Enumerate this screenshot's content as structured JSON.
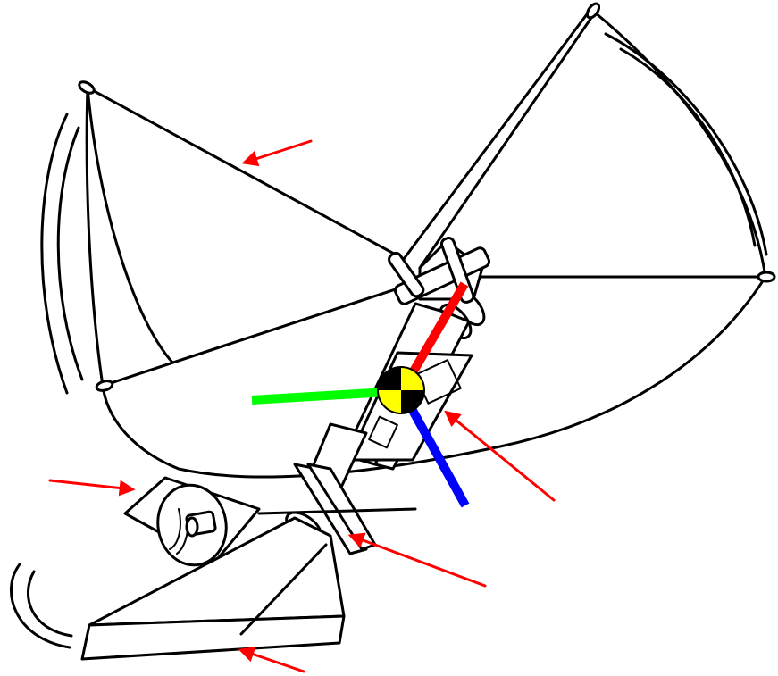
{
  "diagram": {
    "colors": {
      "background": "#ffffff",
      "line_art": "#000000",
      "pointer_arrows": "#ff0000",
      "axis_x": "#ff0000",
      "axis_y": "#00ff00",
      "axis_z": "#0000ff",
      "center_of_mass_light": "#ffff00",
      "center_of_mass_dark": "#000000"
    },
    "pointer_arrows": [
      {
        "id": "arrow-sail-upper"
      },
      {
        "id": "arrow-frame"
      },
      {
        "id": "arrow-wheel"
      },
      {
        "id": "arrow-hub"
      },
      {
        "id": "arrow-base"
      }
    ],
    "axes": [
      {
        "id": "x-axis",
        "color": "red"
      },
      {
        "id": "y-axis",
        "color": "green"
      },
      {
        "id": "z-axis",
        "color": "blue"
      }
    ],
    "center_marker": "center-of-mass-icon"
  }
}
